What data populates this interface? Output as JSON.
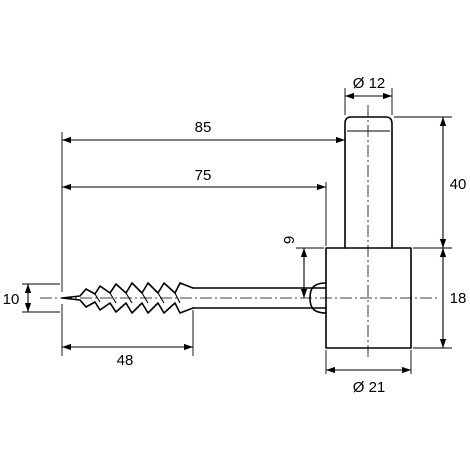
{
  "dimensions": {
    "pin_diameter": "Ø 12",
    "overall_length": "85",
    "shank_length": "75",
    "pin_height": "40",
    "offset": "9",
    "body_height": "18",
    "thread_diameter": "10",
    "thread_length": "48",
    "body_diameter": "Ø 21"
  }
}
